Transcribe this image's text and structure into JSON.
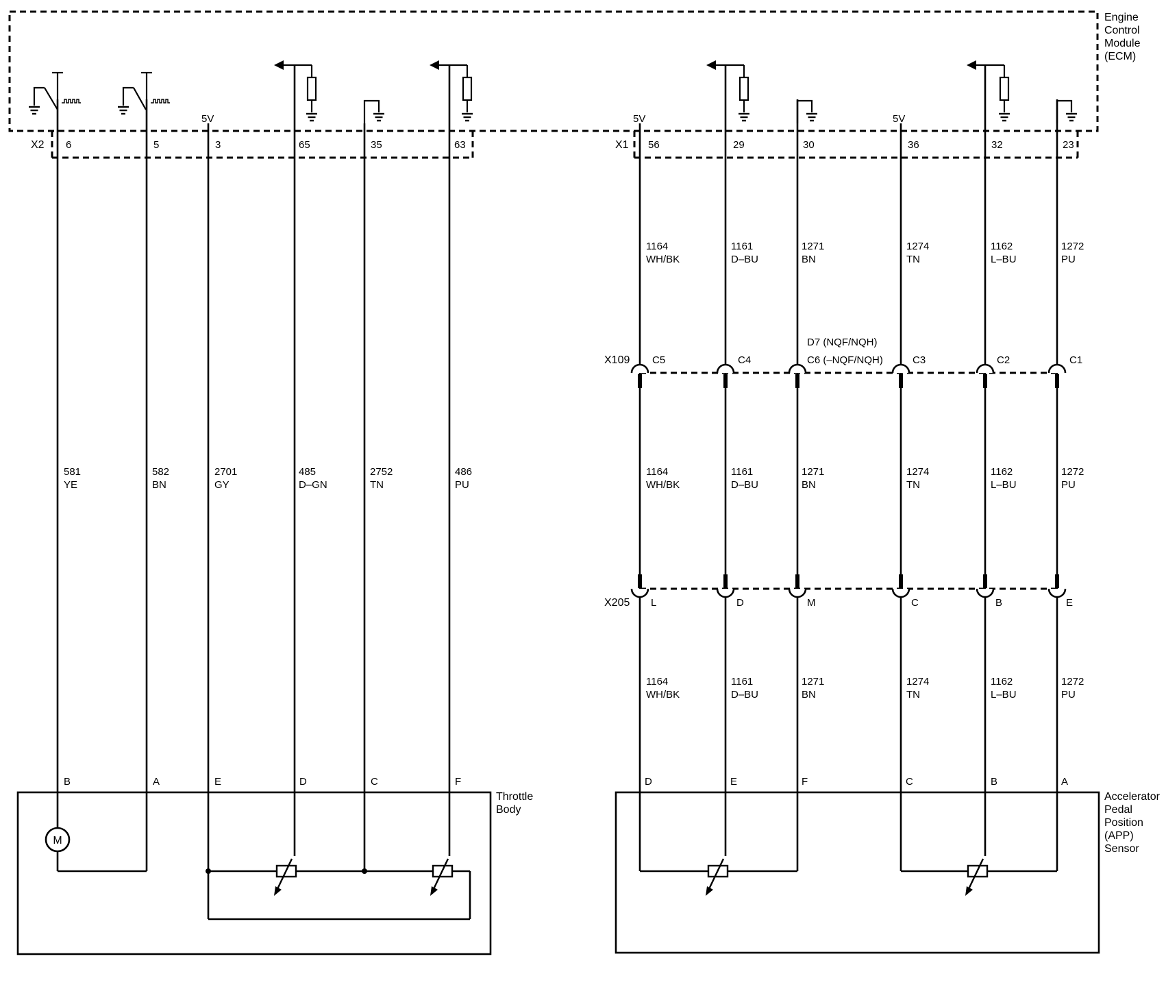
{
  "ecm": {
    "title_lines": [
      "Engine",
      "Control",
      "Module",
      "(ECM)"
    ],
    "left_connector": "X2",
    "right_connector": "X1",
    "voltage_label": "5V"
  },
  "throttle": {
    "title_lines": [
      "Throttle",
      "Body"
    ],
    "motor_label": "M",
    "wires": [
      {
        "ecm_pin": "6",
        "circuit": "581",
        "color": "YE",
        "component_pin": "B"
      },
      {
        "ecm_pin": "5",
        "circuit": "582",
        "color": "BN",
        "component_pin": "A"
      },
      {
        "ecm_pin": "3",
        "circuit": "2701",
        "color": "GY",
        "component_pin": "E"
      },
      {
        "ecm_pin": "65",
        "circuit": "485",
        "color": "D–GN",
        "component_pin": "D"
      },
      {
        "ecm_pin": "35",
        "circuit": "2752",
        "color": "TN",
        "component_pin": "C"
      },
      {
        "ecm_pin": "63",
        "circuit": "486",
        "color": "PU",
        "component_pin": "F"
      }
    ]
  },
  "app": {
    "title_lines": [
      "Accelerator",
      "Pedal",
      "Position",
      "(APP)",
      "Sensor"
    ],
    "x109": {
      "name": "X109",
      "note_lines": [
        "D7 (NQF/NQH)",
        "C6 (–NQF/NQH)"
      ]
    },
    "x205": {
      "name": "X205"
    },
    "wires": [
      {
        "ecm_pin": "56",
        "circuit": "1164",
        "color": "WH/BK",
        "x109_pin": "C5",
        "x205_pin": "L",
        "component_pin": "D"
      },
      {
        "ecm_pin": "29",
        "circuit": "1161",
        "color": "D–BU",
        "x109_pin": "C4",
        "x205_pin": "D",
        "component_pin": "E"
      },
      {
        "ecm_pin": "30",
        "circuit": "1271",
        "color": "BN",
        "x109_pin": "",
        "x205_pin": "M",
        "component_pin": "F"
      },
      {
        "ecm_pin": "36",
        "circuit": "1274",
        "color": "TN",
        "x109_pin": "C3",
        "x205_pin": "C",
        "component_pin": "C"
      },
      {
        "ecm_pin": "32",
        "circuit": "1162",
        "color": "L–BU",
        "x109_pin": "C2",
        "x205_pin": "B",
        "component_pin": "B"
      },
      {
        "ecm_pin": "23",
        "circuit": "1272",
        "color": "PU",
        "x109_pin": "C1",
        "x205_pin": "E",
        "component_pin": "A"
      }
    ]
  }
}
